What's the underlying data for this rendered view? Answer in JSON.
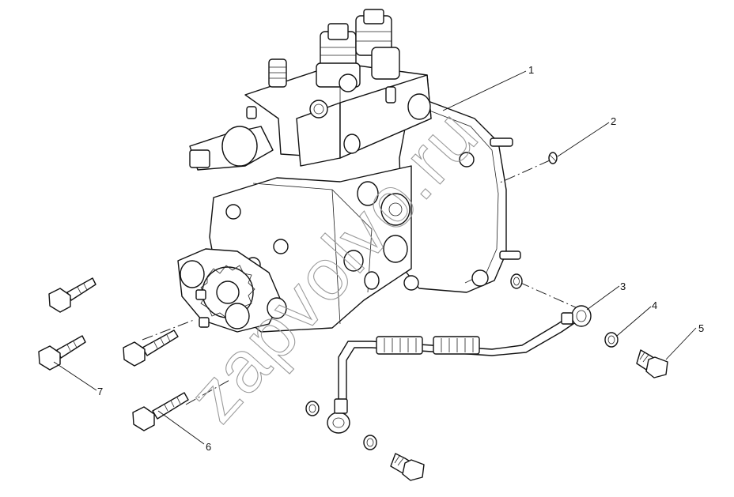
{
  "watermark": "zapvolvo.ru",
  "callouts": [
    "1",
    "2",
    "3",
    "4",
    "5",
    "6",
    "7"
  ]
}
